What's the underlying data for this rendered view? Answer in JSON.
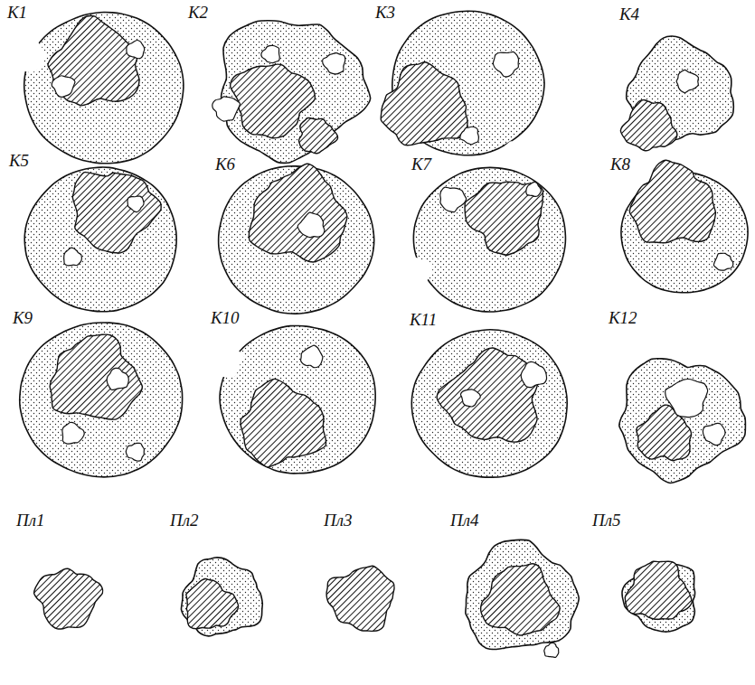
{
  "diagram": {
    "labels": [
      "К1",
      "К2",
      "К3",
      "К4",
      "К5",
      "К6",
      "К7",
      "К8",
      "К9",
      "К10",
      "К11",
      "К12",
      "Пл1",
      "Пл2",
      "Пл3",
      "Пл4",
      "Пл5"
    ]
  }
}
